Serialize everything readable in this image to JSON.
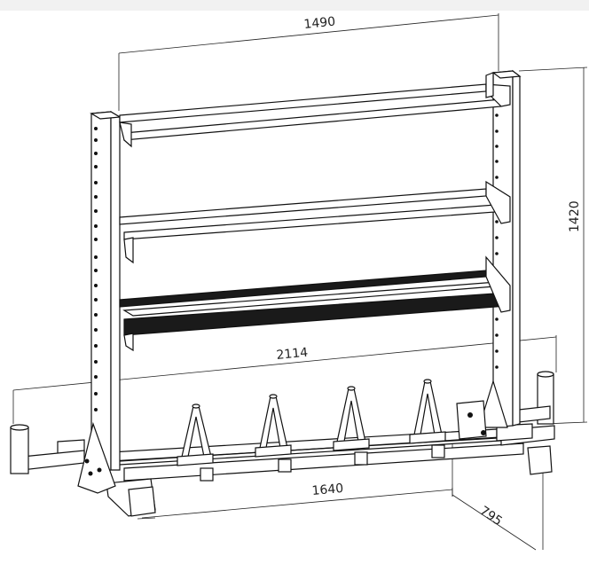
{
  "drawing": {
    "dimensions": {
      "top_width": "1490",
      "height": "1420",
      "overall_length": "2114",
      "base_length": "1640",
      "depth": "795"
    },
    "colors": {
      "line": "#111111",
      "dim_line": "#222222",
      "fill": "#ffffff",
      "shade": "#1a1a1a"
    }
  }
}
